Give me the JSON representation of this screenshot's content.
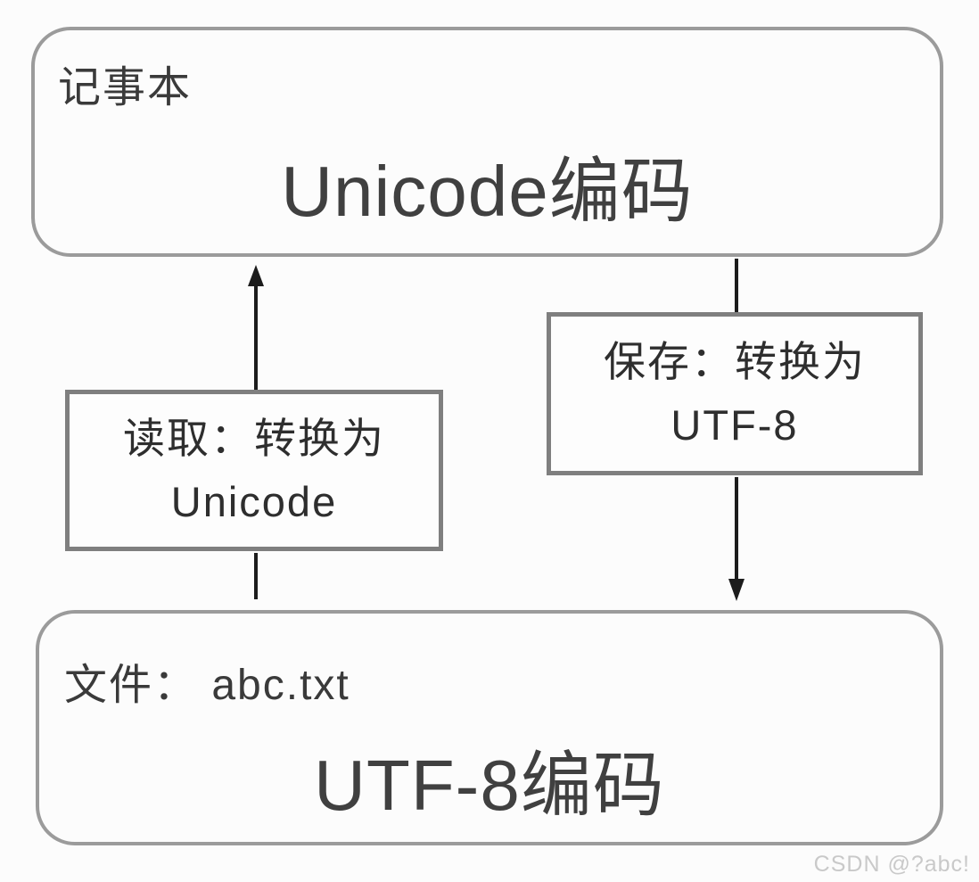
{
  "colors": {
    "bg": "#fcfcfc",
    "box-border": "#9b9b9b",
    "label-border": "#7f7f7f",
    "text-dark": "#3a3a3a",
    "text-title": "#404040",
    "arrow": "#1c1c1c",
    "watermark": "#c9c9c9",
    "label-bg": "#fdfdfd"
  },
  "top_box": {
    "corner_label": "记事本",
    "title": "Unicode编码"
  },
  "bottom_box": {
    "corner_label": "文件： abc.txt",
    "title": "UTF-8编码"
  },
  "read_label": {
    "line1": "读取：转换为",
    "line2": "Unicode"
  },
  "save_label": {
    "line1": "保存：转换为",
    "line2": "UTF-8"
  },
  "watermark": "CSDN @?abc!"
}
